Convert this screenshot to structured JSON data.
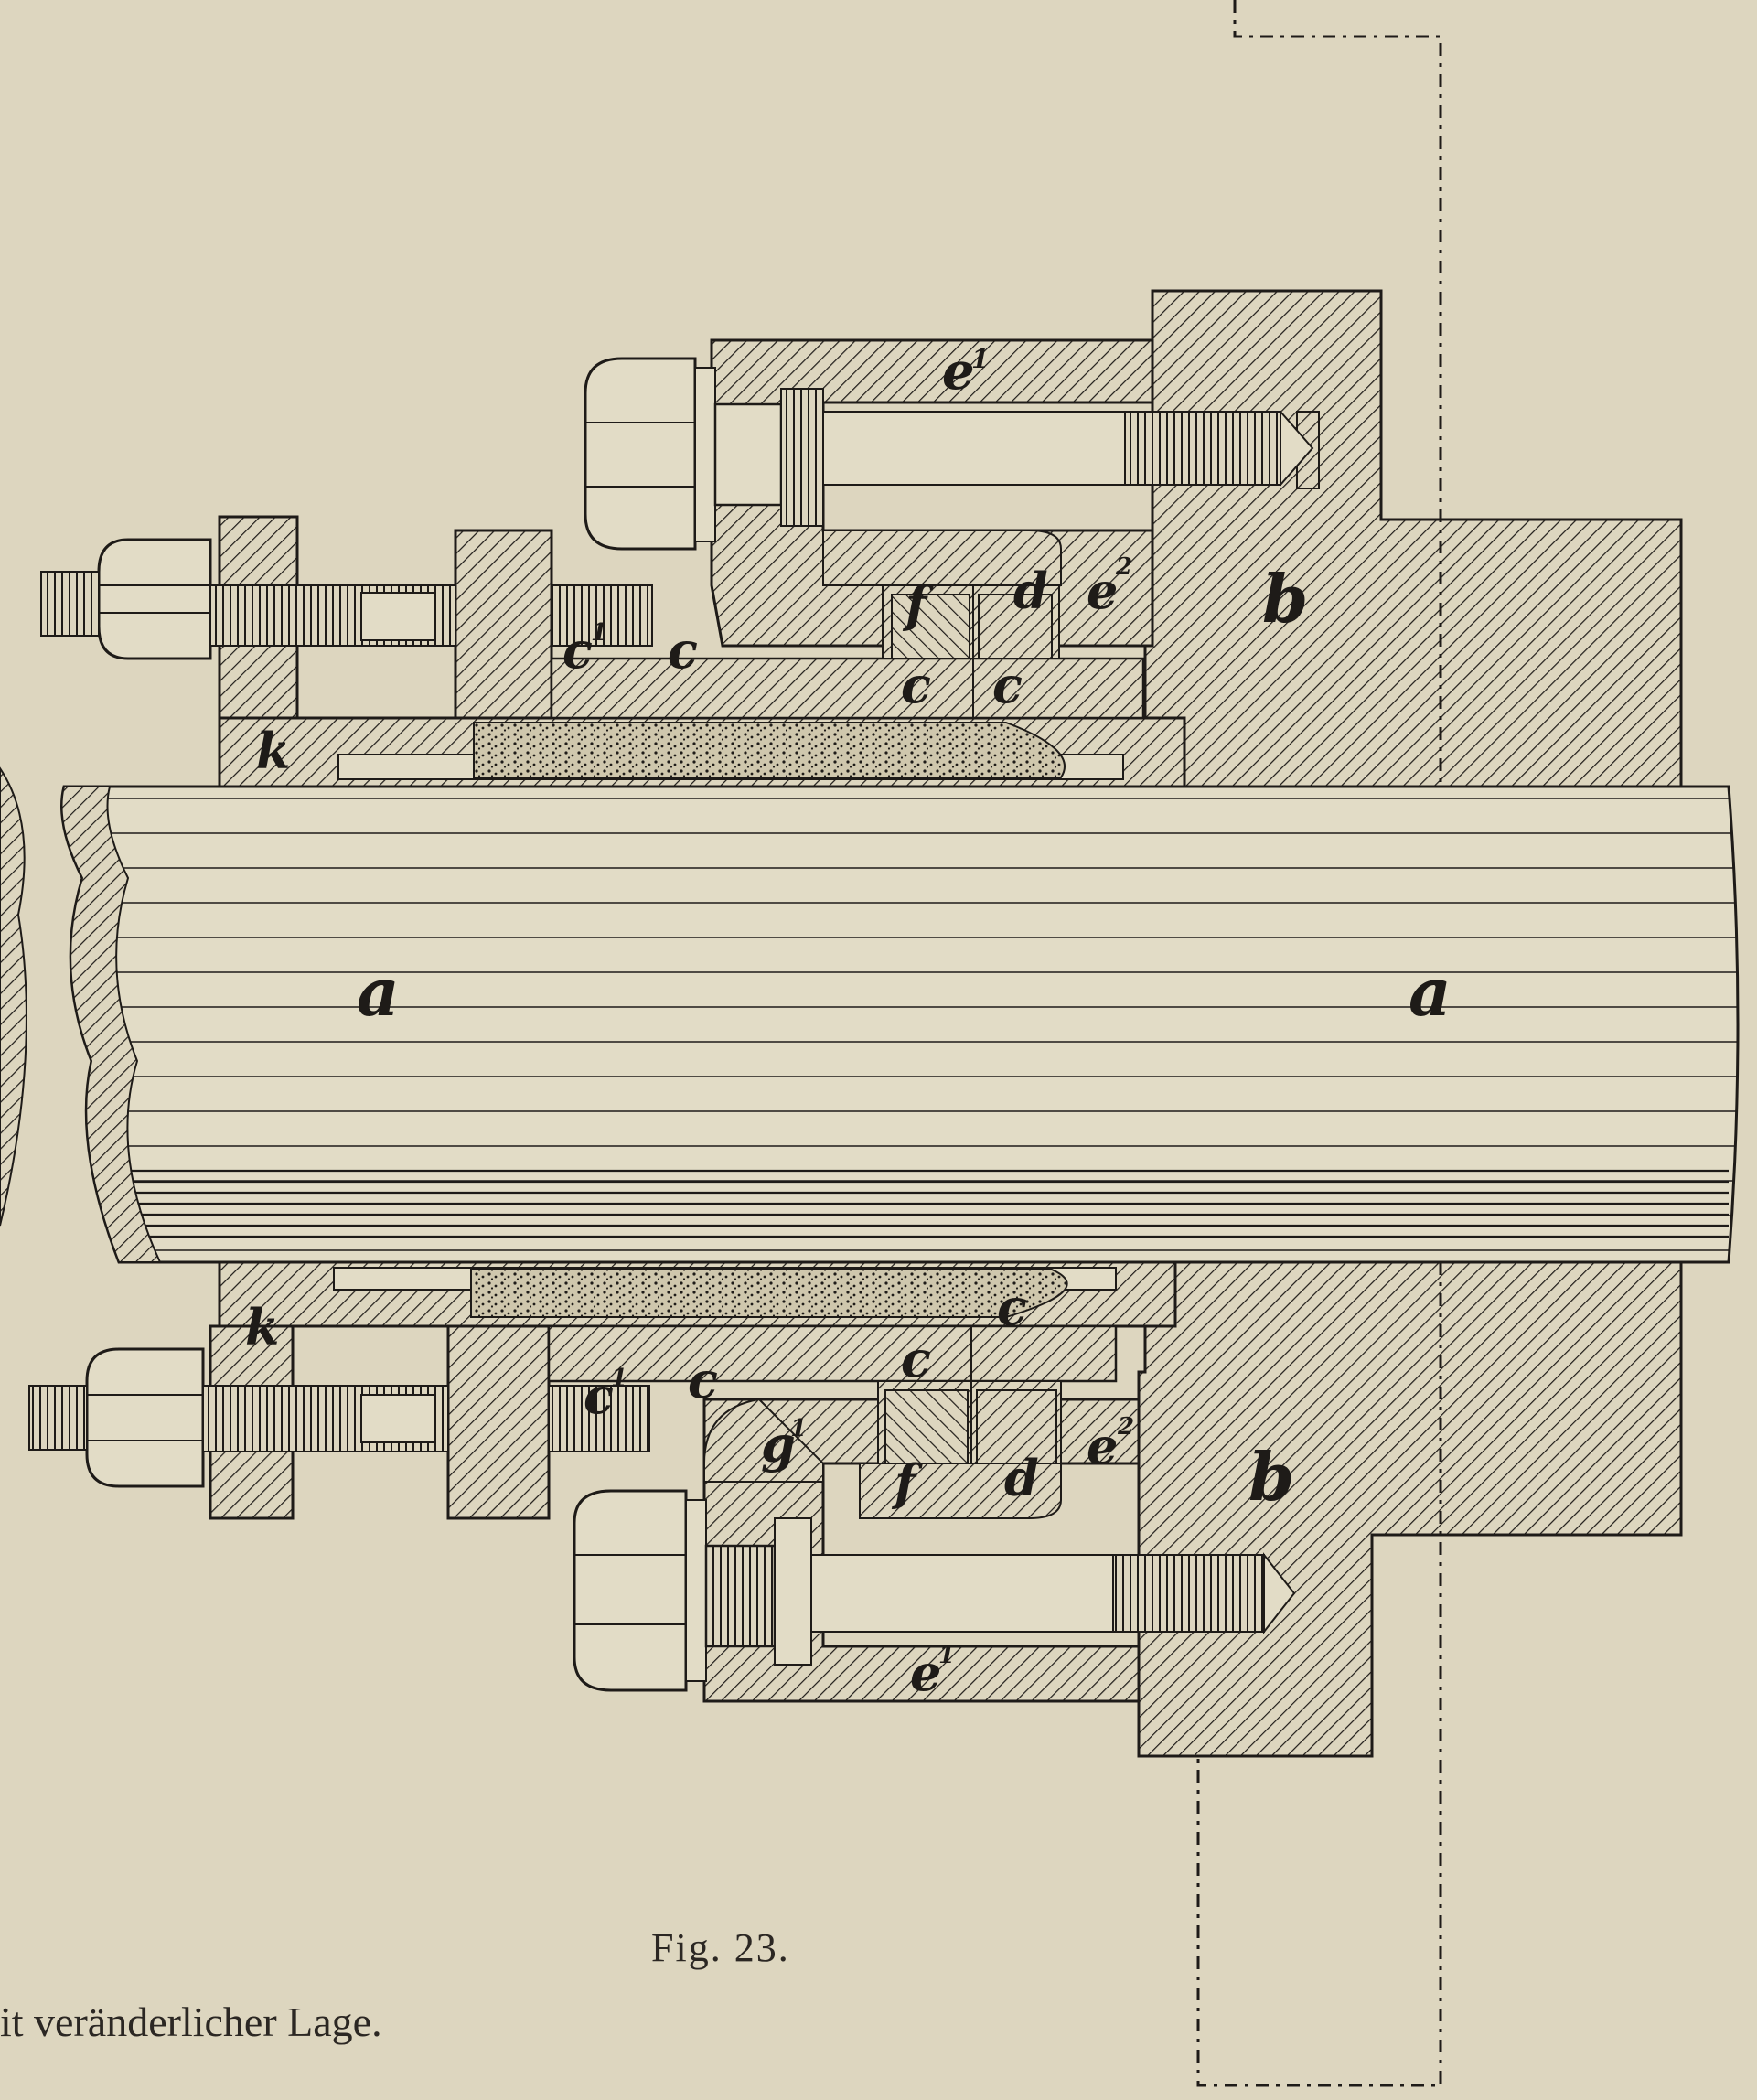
{
  "figure": {
    "caption": "Fig. 23.",
    "bottom_text": "it veränderlicher Lage."
  },
  "labels": {
    "shaft_left": "a",
    "shaft_right": "a",
    "housing_top": "b",
    "housing_bottom": "b",
    "gland_top_c": "c",
    "gland_top_c1": "c",
    "gland_top_c1_sup": "1",
    "ring_top_left": "c",
    "ring_top_right": "c",
    "cover_top": "e",
    "cover_top_sup": "1",
    "collar_top_f": "f",
    "collar_top_d": "d",
    "collar_top_e2": "e",
    "collar_top_e2_sup": "2",
    "stop_top": "k",
    "stop_bottom": "k",
    "gland_bottom_c": "c",
    "gland_bottom_c1": "c",
    "gland_bottom_c1_sup": "1",
    "gland_bottom_c2": "c",
    "ring_bottom_left": "c",
    "g1": "g",
    "g1_sup": "1",
    "collar_bottom_f": "f",
    "collar_bottom_d": "d",
    "collar_bottom_e2": "e",
    "collar_bottom_e2_sup": "2",
    "cover_bottom": "e",
    "cover_bottom_sup": "1"
  }
}
